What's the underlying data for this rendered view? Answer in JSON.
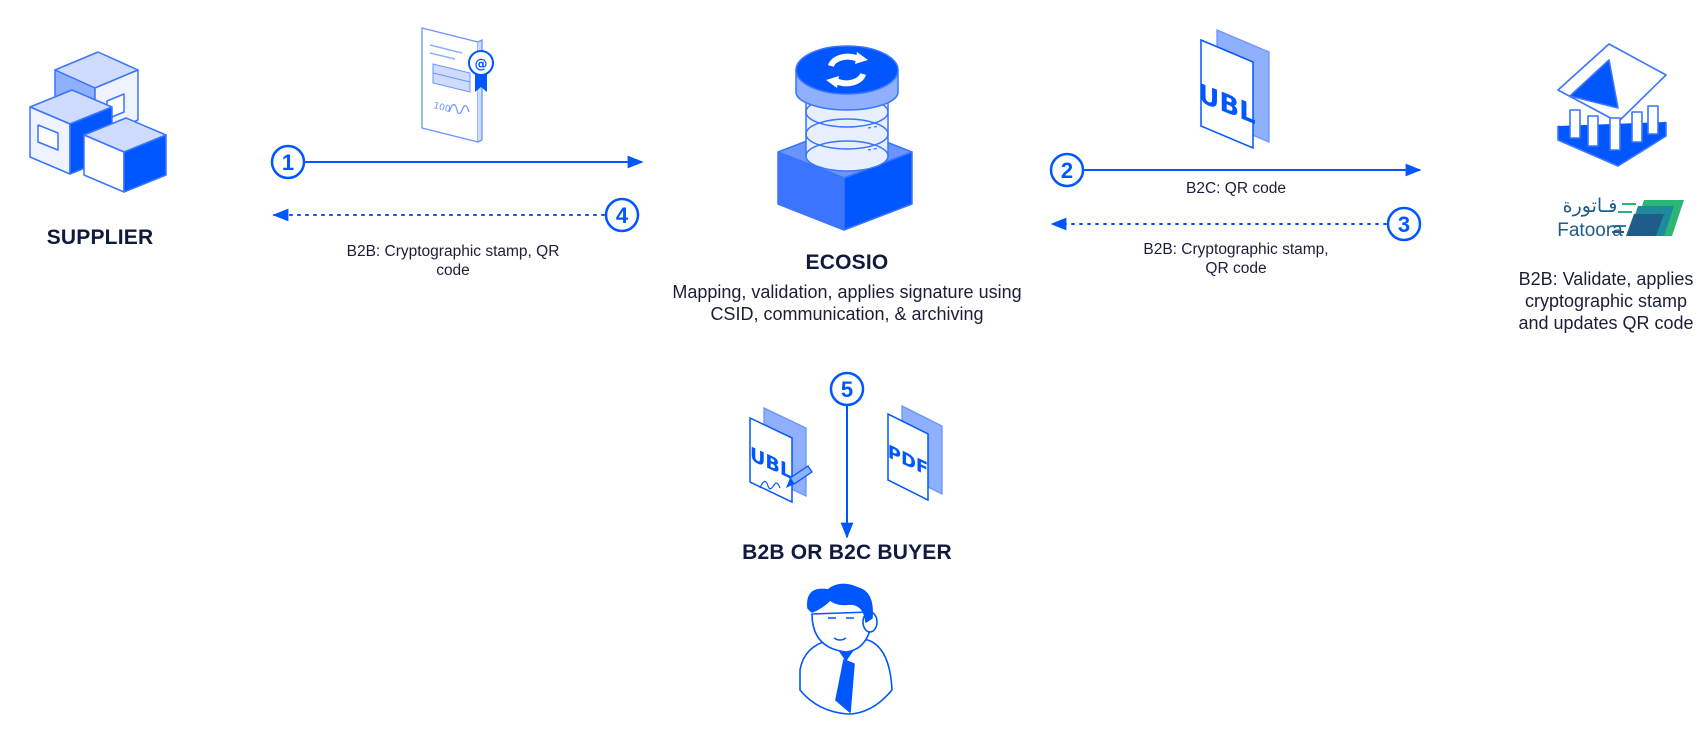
{
  "colors": {
    "primary": "#0057ff",
    "light": "#8fb0ff",
    "pale": "#cfdcff",
    "outline": "#3a74ff",
    "text_dark": "#0f1a3c"
  },
  "nodes": {
    "supplier": {
      "title": "SUPPLIER",
      "icon": "boxes-icon"
    },
    "ecosio": {
      "title": "ECOSIO",
      "description": "Mapping, validation, applies signature using CSID, communication, & archiving",
      "icon": "database-sync-icon"
    },
    "fatoora": {
      "logo_arabic": "فـاتورة",
      "logo_latin": "Fatoora",
      "description": "B2B: Validate, applies cryptographic stamp and updates QR code",
      "icon": "government-building-icon"
    },
    "buyer": {
      "title": "B2B OR B2C BUYER",
      "icon": "person-icon"
    }
  },
  "edges": [
    {
      "step": "1",
      "from": "supplier",
      "to": "ecosio",
      "style": "solid",
      "label": ""
    },
    {
      "step": "2",
      "from": "ecosio",
      "to": "fatoora",
      "style": "solid",
      "label": "B2C: QR code"
    },
    {
      "step": "3",
      "from": "fatoora",
      "to": "ecosio",
      "style": "dotted",
      "label": "B2B: Cryptographic stamp, QR code"
    },
    {
      "step": "4",
      "from": "ecosio",
      "to": "supplier",
      "style": "dotted",
      "label": "B2B: Cryptographic stamp, QR code"
    },
    {
      "step": "5",
      "from": "ecosio",
      "to": "buyer",
      "style": "solid",
      "label": ""
    }
  ],
  "documents": {
    "invoice": {
      "icon": "invoice-document-icon",
      "text": "100"
    },
    "ubl_top": {
      "icon": "ubl-document-icon",
      "text": "UBL"
    },
    "ubl_signed": {
      "icon": "ubl-signed-document-icon",
      "text": "UBL"
    },
    "pdf": {
      "icon": "pdf-document-icon",
      "text": "PDF"
    }
  }
}
